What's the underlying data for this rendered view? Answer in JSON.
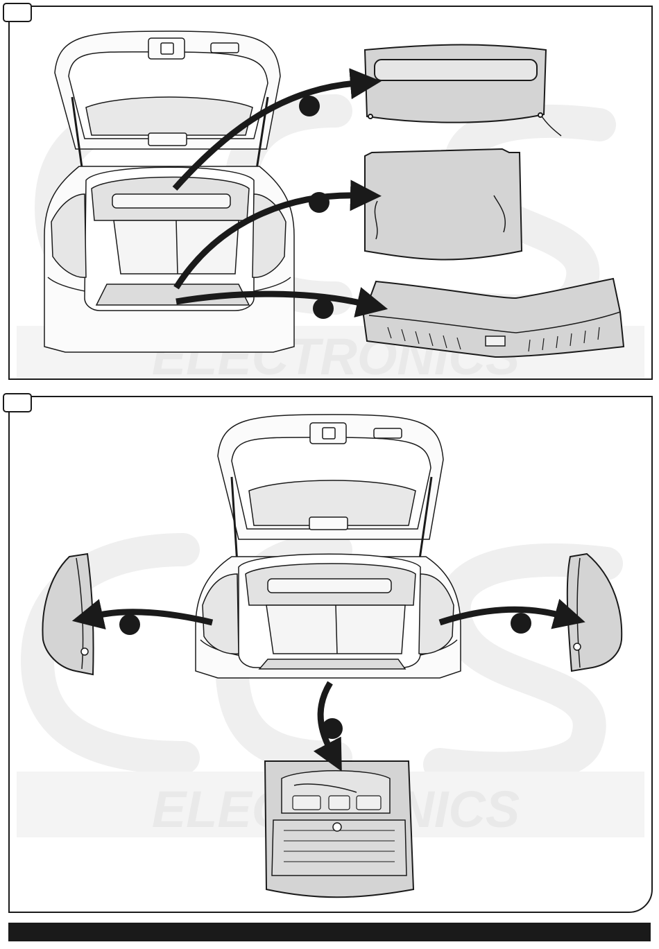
{
  "watermark": {
    "brand_text": "ELECTRONICS",
    "logo_letters": "ECS"
  },
  "steps": [
    {
      "id": 1,
      "parts_removed": 3
    },
    {
      "id": 2,
      "parts_removed": 3
    }
  ],
  "colors": {
    "outline": "#1a1a1a",
    "panel_fill": "#d4d4d4",
    "watermark": "#efefef",
    "car_fill": "#fbfbfb"
  }
}
